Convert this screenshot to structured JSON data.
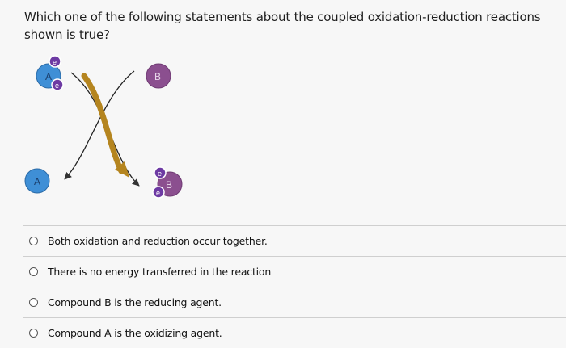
{
  "question": {
    "text": "Which one of the following statements about the coupled oxidation-reduction reactions shown is true?"
  },
  "diagram": {
    "top_left_label": "A",
    "top_right_label": "B",
    "bottom_left_label": "A",
    "bottom_right_label": "B",
    "electron_label": "e",
    "colors": {
      "compound_a": "#3f8fd6",
      "compound_b": "#8b4f8f",
      "electron": "#6d3aa3",
      "transfer_arrow": "#b5851f"
    }
  },
  "options": [
    {
      "label": "Both oxidation and reduction occur together."
    },
    {
      "label": "There is no energy transferred in the reaction"
    },
    {
      "label": "Compound B is the reducing agent."
    },
    {
      "label": "Compound A is the oxidizing agent."
    }
  ]
}
